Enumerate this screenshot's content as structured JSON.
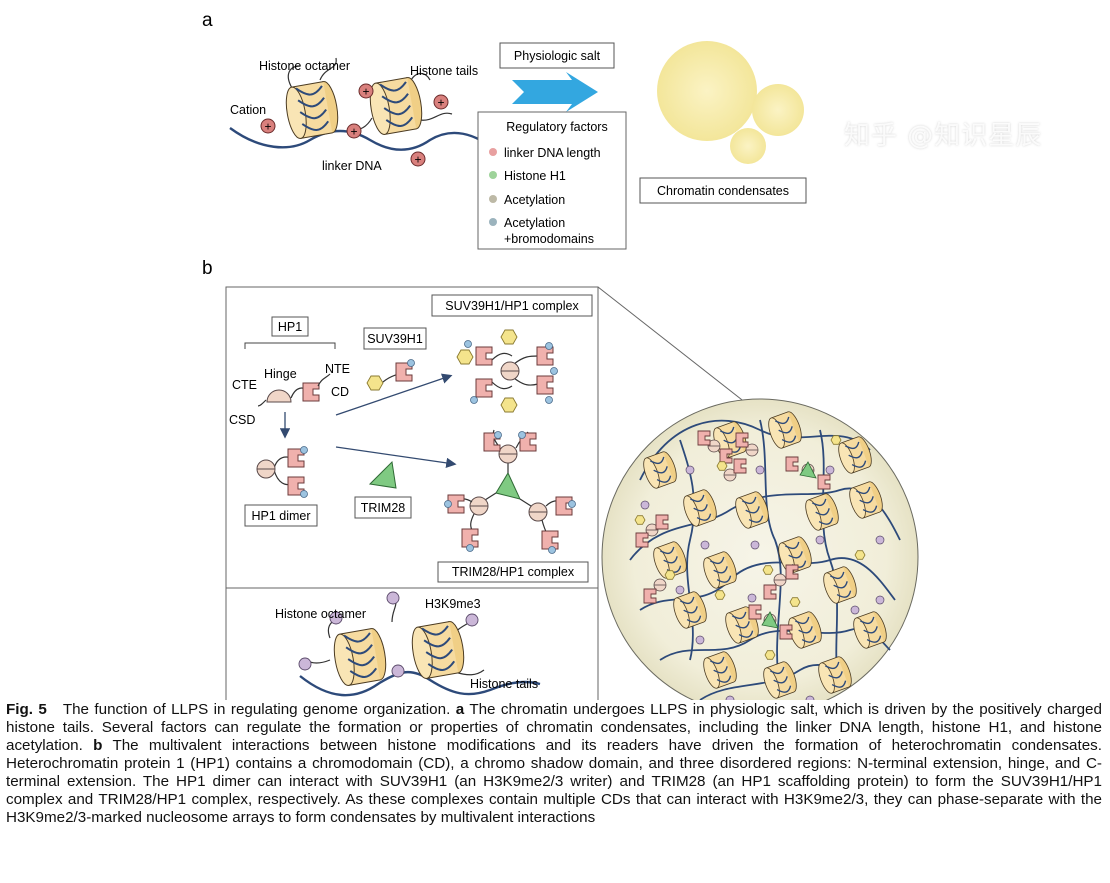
{
  "panel_a": {
    "label": "a",
    "histone_octamer": "Histone octamer",
    "histone_tails": "Histone tails",
    "cation": "Cation",
    "linker_dna": "linker DNA",
    "physiologic_salt": "Physiologic salt",
    "regulatory_title": "Regulatory factors",
    "regulatory_items": [
      {
        "label": "linker DNA length",
        "color": "#e8a0a0"
      },
      {
        "label": "Histone H1",
        "color": "#9ed39a"
      },
      {
        "label": "Acetylation",
        "color": "#bdb9a6"
      },
      {
        "label": "Acetylation",
        "label2": "+bromodomains",
        "color": "#9bb3bd"
      }
    ],
    "condensates": "Chromatin condensates",
    "plus": "+"
  },
  "panel_b": {
    "label": "b",
    "hp1": "HP1",
    "hinge": "Hinge",
    "nte": "NTE",
    "cte": "CTE",
    "cd": "CD",
    "csd": "CSD",
    "suv39h1": "SUV39H1",
    "suv_complex": "SUV39H1/HP1 complex",
    "hp1_dimer": "HP1 dimer",
    "trim28": "TRIM28",
    "trim_complex": "TRIM28/HP1 complex",
    "histone_octamer": "Histone octamer",
    "h3k9me3": "H3K9me3",
    "histone_tails": "Histone tails"
  },
  "caption": {
    "fig_label": "Fig. 5",
    "intro": "The function of LLPS in regulating genome organization.",
    "a_label": "a",
    "a_text": "The chromatin undergoes LLPS in physiologic salt, which is driven by the positively charged histone tails. Several factors can regulate the formation or properties of chromatin condensates, including the linker DNA length, histone H1, and histone acetylation.",
    "b_label": "b",
    "b_text": "The multivalent interactions between histone modifications and its readers have driven the formation of heterochromatin condensates. Heterochromatin protein 1 (HP1) contains a chromodomain (CD), a chromo shadow domain, and three disordered regions: N-terminal extension, hinge, and C-terminal extension. The HP1 dimer can interact with SUV39H1 (an H3K9me2/3 writer) and TRIM28 (an HP1 scaffolding protein) to form the SUV39H1/HP1 complex and TRIM28/HP1 complex, respectively. As these complexes contain multiple CDs that can interact with H3K9me2/3, they can phase-separate with the H3K9me2/3-marked nucleosome arrays to form condensates by multivalent interactions"
  },
  "watermark": "知乎 @知识星辰",
  "colors": {
    "nucleosome": "#f6dba0",
    "dna": "#2d4a7a",
    "cation": "#d9807d",
    "arrow": "#33a7e0",
    "condensate": "#f6eaa2",
    "cd": "#f0b1ad",
    "csd": "#f0d6c8",
    "trim": "#7fca82",
    "hex": "#f4e48c",
    "mark": "#cbb7d8",
    "tip": "#9cc3e0"
  }
}
